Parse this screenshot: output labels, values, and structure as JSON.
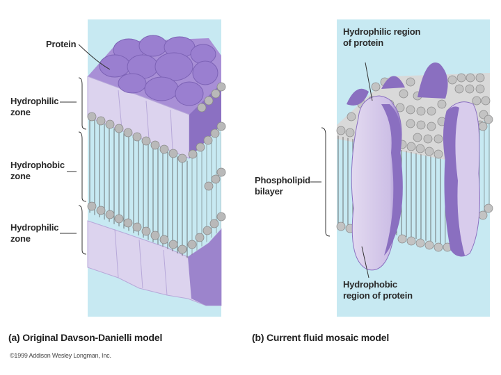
{
  "panel_a": {
    "labels": {
      "protein": "Protein",
      "hydrophilic_top": "Hydrophilic\nzone",
      "hydrophobic": "Hydrophobic\nzone",
      "hydrophilic_bottom": "Hydrophilic\nzone"
    },
    "caption": "(a) Original Davson-Danielli model"
  },
  "panel_b": {
    "labels": {
      "hydrophilic_region": "Hydrophilic region\nof protein",
      "phospholipid_bilayer": "Phospholipid\nbilayer",
      "hydrophobic_region": "Hydrophobic\nregion of protein"
    },
    "caption": "(b) Current fluid mosaic model"
  },
  "copyright": "©1999 Addison Wesley Longman, Inc.",
  "colors": {
    "background_panel": "#c7e9f2",
    "protein_dark": "#8a6fc0",
    "protein_light": "#ddd3ec",
    "lipid_head": "#b9b9b9"
  }
}
